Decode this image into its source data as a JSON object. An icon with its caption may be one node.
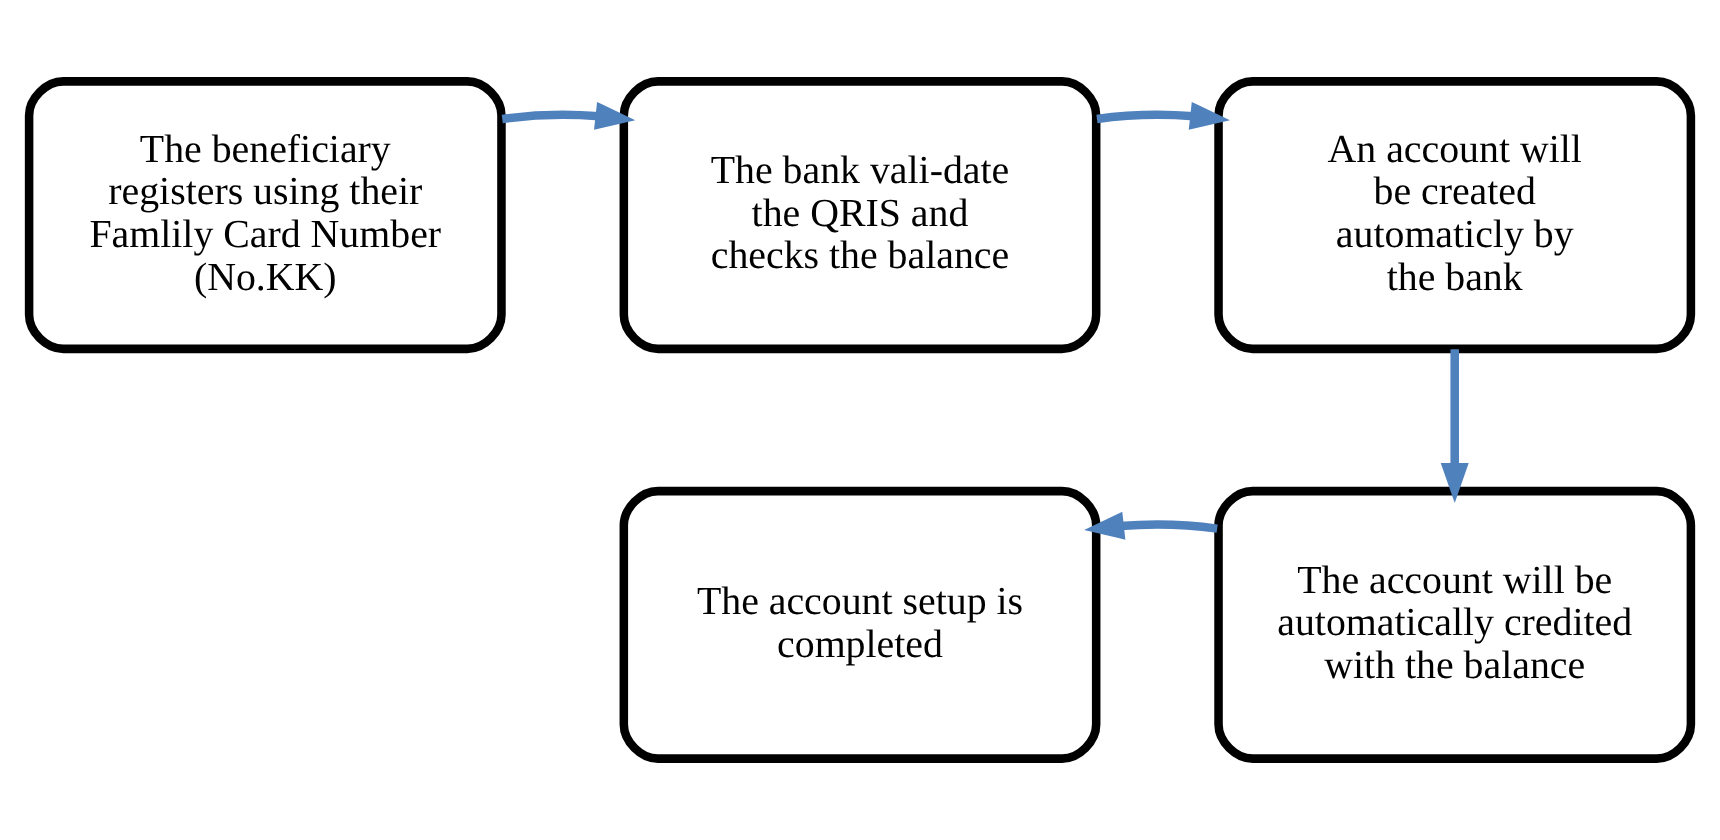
{
  "diagram": {
    "nodes": [
      {
        "text": [
          "The beneficiary registers using their Famlily Card Number (No.KK)"
        ]
      },
      {
        "text": [
          "The bank vali-date the QRIS and checks the balance"
        ]
      },
      {
        "text": [
          "An account will be created automaticly by the bank"
        ]
      },
      {
        "text": [
          "The account will be automatically credited with the balance"
        ]
      },
      {
        "text": [
          "The account setup is completed"
        ]
      }
    ],
    "edges": [
      {
        "from": 0,
        "to": 1,
        "arrow": "to"
      },
      {
        "from": 1,
        "to": 2,
        "arrow": "to"
      },
      {
        "from": 2,
        "to": 3,
        "arrow": "to"
      },
      {
        "from": 3,
        "to": 4,
        "arrow": "to"
      }
    ]
  }
}
